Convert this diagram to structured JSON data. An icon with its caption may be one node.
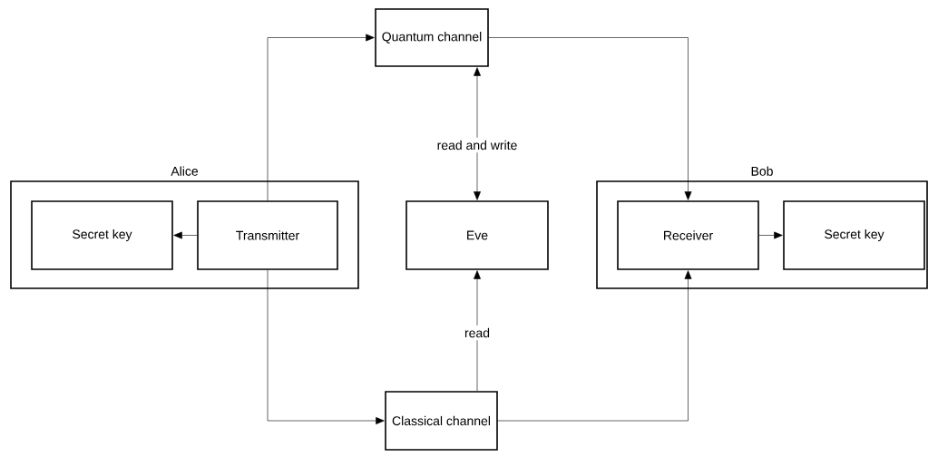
{
  "diagram": {
    "nodes": [
      {
        "text": [
          "Alice"
        ]
      },
      {
        "text": [
          "Secret key"
        ],
        "in": 0
      },
      {
        "text": [
          "Transmitter"
        ],
        "in": 0
      },
      {
        "text": [
          "Quantum channel"
        ]
      },
      {
        "text": [
          "Eve"
        ]
      },
      {
        "text": [
          "Classical channel"
        ]
      },
      {
        "text": [
          "Bob"
        ]
      },
      {
        "text": [
          "Receiver"
        ],
        "in": 6
      },
      {
        "text": [
          "Secret key"
        ],
        "in": 6
      }
    ],
    "edges": [
      {
        "from": 2,
        "to": 1,
        "arrow": "to"
      },
      {
        "from": 2,
        "to": 3,
        "arrow": "to"
      },
      {
        "from": 3,
        "to": 7,
        "arrow": "to"
      },
      {
        "from": 3,
        "to": 4,
        "arrow": "both",
        "label": "read and write"
      },
      {
        "from": 5,
        "to": 4,
        "arrow": "to",
        "label": "read"
      },
      {
        "from": 2,
        "to": 5,
        "arrow": "to"
      },
      {
        "from": 5,
        "to": 7,
        "arrow": "to"
      },
      {
        "from": 7,
        "to": 8,
        "arrow": "to"
      }
    ]
  }
}
